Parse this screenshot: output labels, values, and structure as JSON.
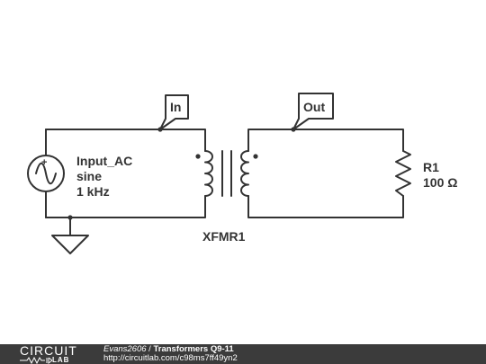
{
  "nodes": {
    "in_label": "In",
    "out_label": "Out"
  },
  "source": {
    "name": "Input_AC",
    "waveform": "sine",
    "frequency": "1 kHz"
  },
  "transformer": {
    "name": "XFMR1"
  },
  "resistor": {
    "name": "R1",
    "value": "100 Ω"
  },
  "footer": {
    "logo_top": "CIRCUIT",
    "logo_bottom": "LAB",
    "author": "Evans2606",
    "separator": " / ",
    "title": "Transformers Q9-11",
    "url": "http://circuitlab.com/c98ms7ff49yn2"
  },
  "colors": {
    "wire": "#333333",
    "footer_bg": "#3b3b3b"
  }
}
